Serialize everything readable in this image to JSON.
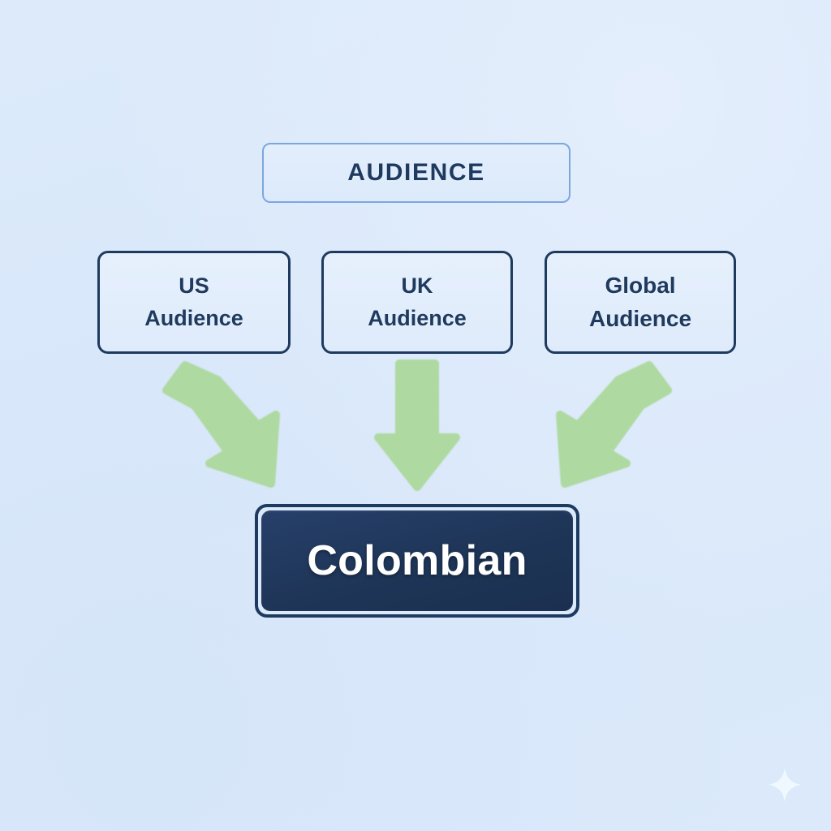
{
  "theme": {
    "background_color": "#dbe9fa",
    "node_border_color": "#1e3a5f",
    "header_border_color": "#7ba7e0",
    "arrow_color": "#aed9a0",
    "result_fill_color": "#1e3557",
    "result_text_color": "#ffffff",
    "text_color": "#1e3a5f"
  },
  "header": {
    "label": "AUDIENCE"
  },
  "sources": [
    {
      "line1": "US",
      "line2": "Audience"
    },
    {
      "line1": "UK",
      "line2": "Audience"
    },
    {
      "line1": "Global",
      "line2": "Audience"
    }
  ],
  "arrows": [
    {
      "name": "arrow-left",
      "direction": "down-right"
    },
    {
      "name": "arrow-middle",
      "direction": "down"
    },
    {
      "name": "arrow-right",
      "direction": "down-left"
    }
  ],
  "result": {
    "label": "Colombian"
  },
  "decoration": {
    "sparkle": "sparkle-icon"
  }
}
